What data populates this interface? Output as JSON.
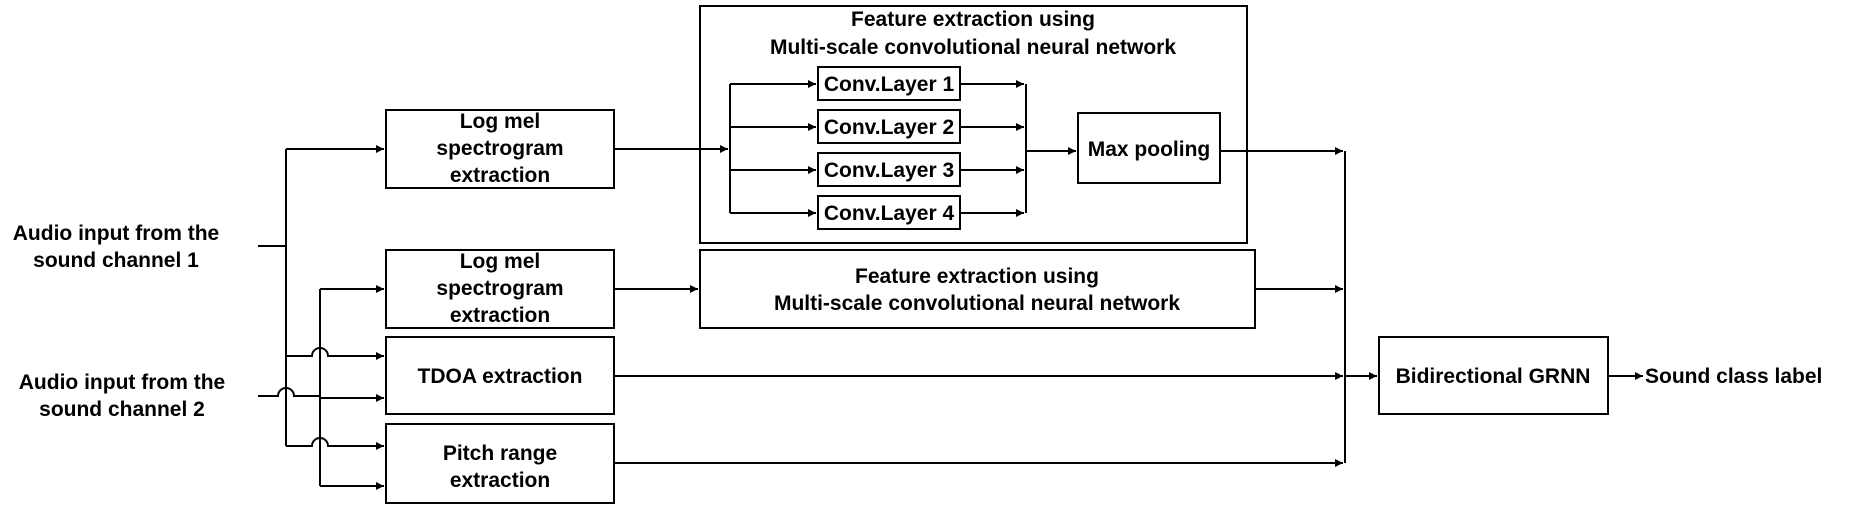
{
  "inputs": {
    "channel1": [
      "Audio input from the",
      "sound channel 1"
    ],
    "channel2": [
      "Audio input from the",
      "sound channel 2"
    ]
  },
  "blocks": {
    "logmel_top": [
      "Log mel",
      "spectrogram",
      "extraction"
    ],
    "logmel_mid": [
      "Log mel",
      "spectrogram",
      "extraction"
    ],
    "tdoa": "TDOA extraction",
    "pitch": [
      "Pitch range",
      "extraction"
    ],
    "msc_expanded": {
      "title": [
        "Feature extraction using",
        "Multi-scale convolutional neural network"
      ],
      "conv_layers": [
        "Conv.Layer 1",
        "Conv.Layer 2",
        "Conv.Layer 3",
        "Conv.Layer 4"
      ],
      "pooling": "Max pooling"
    },
    "msc_collapsed": [
      "Feature extraction using",
      "Multi-scale convolutional neural network"
    ],
    "classifier": "Bidirectional GRNN"
  },
  "output": {
    "label": "Sound class label"
  }
}
